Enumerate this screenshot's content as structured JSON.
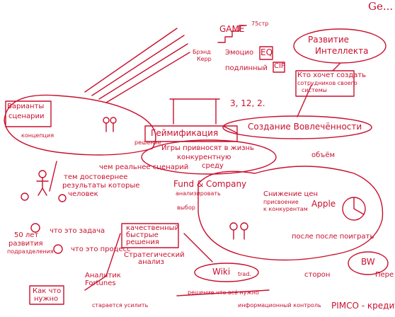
{
  "title_partial": "Ge...",
  "nodes": {
    "game_zone": "GAME",
    "game_score": "75стр",
    "brand_a": "Брэнд",
    "brand_b": "Керр",
    "emotional": "Эмоцио",
    "eq": "EQ",
    "personal_ci": "подлинный",
    "cif": "CIF",
    "develop_intel_1": "Развитие",
    "develop_intel_2": "Интеллекта",
    "want_create_1": "Кто хочет создать",
    "want_create_2": "сотрудников своего",
    "want_create_3": "системы",
    "variants_1": "Варианты",
    "variants_2": "сценарии",
    "concept": "концепция",
    "gamification": "Геймификация",
    "create_involvement": "Создание Вовлечённости",
    "games_bring_1": "Игры привносят в жизнь",
    "games_bring_2": "конкурентную",
    "games_bring_3": "среду",
    "numbers": "3, 12, 2.",
    "solution": "решение",
    "real_scenario_1": "чем реальнее сценарий",
    "real_scenario_2": "тем достовернее",
    "real_scenario_3": "результаты которые",
    "real_scenario_4": "человек",
    "fund": "Fund & Company",
    "fund_sub": "анализировать",
    "select": "выбор",
    "volume": "объём",
    "choose_1": "Снижение цен",
    "choose_2": "присвоение",
    "choose_3": "к конкурентам",
    "apple": "Apple",
    "after_play": "после после поиграть",
    "years_1": "50 лет",
    "years_2": "развития",
    "years_3": "подразделения",
    "what_task": "что это задача",
    "what_process": "что это процесс",
    "quality_1": "качественный",
    "quality_2": "быстрые",
    "quality_3": "решения",
    "strategic_1": "Стратегический",
    "strategic_2": "анализ",
    "analytics_1": "Аналитик",
    "analytics_2": "Fortunes",
    "how_what_1": "Как что",
    "how_what_2": "нужно",
    "wiki": "Wiki",
    "wiki_sub": "trad.",
    "decision": "решение что всё нужно",
    "story": "сторон",
    "pimco": "PIMCO - кредит",
    "bw": "BW",
    "per": "Пере",
    "tries": "старается усилить",
    "info_conn": "информационный контроль"
  }
}
